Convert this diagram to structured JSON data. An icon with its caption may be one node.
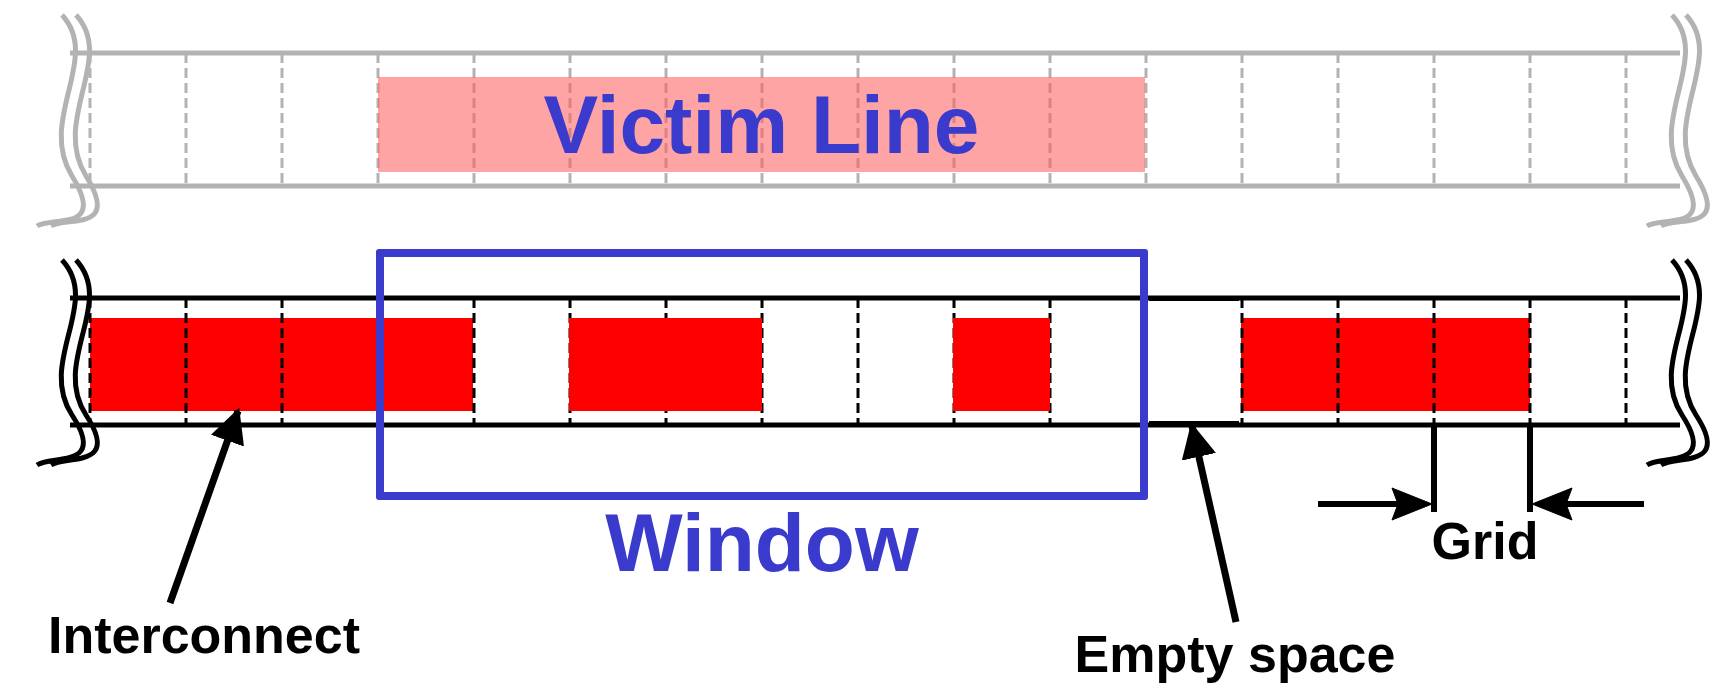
{
  "diagram": {
    "nodes": [
      {
        "text": [
          "Victim Line"
        ]
      },
      {
        "text": [
          "Window"
        ]
      },
      {
        "text": [],
        "shape": "bar"
      },
      {
        "text": [],
        "shape": "bar",
        "in": 1
      },
      {
        "text": [],
        "shape": "bar",
        "in": 1
      },
      {
        "text": [],
        "shape": "bar"
      },
      {
        "text": [
          "Interconnect"
        ]
      },
      {
        "text": [
          "Empty space"
        ]
      },
      {
        "text": [],
        "shape": "box"
      }
    ],
    "edges": [
      {
        "from": 6,
        "to": 2,
        "arrow": "to"
      },
      {
        "from": 7,
        "to": 8,
        "arrow": "to"
      }
    ],
    "labels": [
      "Grid"
    ]
  }
}
